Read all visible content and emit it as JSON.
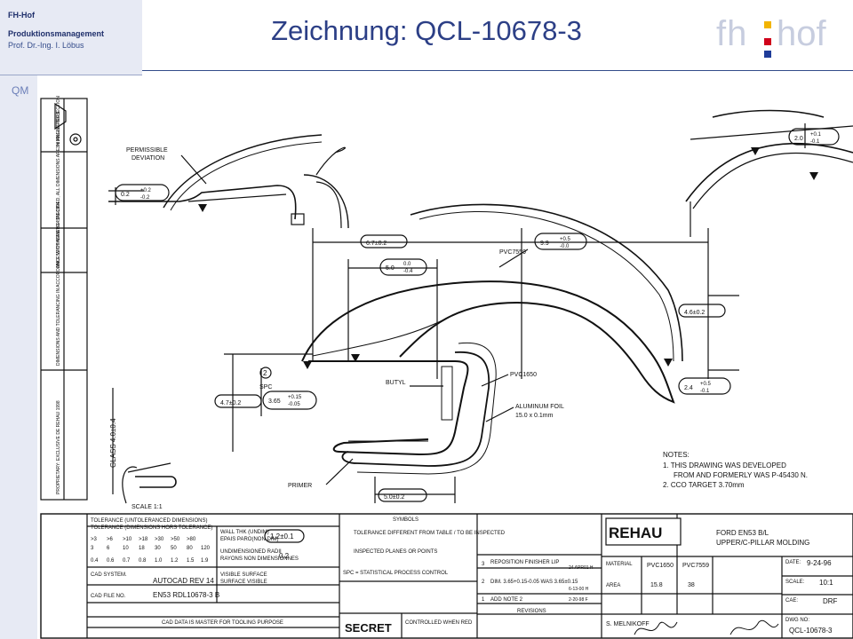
{
  "header": {
    "org": "FH-Hof",
    "course": "Produktionsmanagement",
    "professor": "Prof. Dr.-Ing. I. Löbus",
    "title": "Zeichnung: QCL-10678-3",
    "section_tab": "QM",
    "logo": {
      "left": "fh",
      "right": "hof",
      "colors": [
        "#f2b400",
        "#d0021b",
        "#1f3c99"
      ]
    }
  },
  "drawing": {
    "notes_title": "NOTES:",
    "notes": [
      "1. THIS DRAWING WAS DEVELOPED",
      "FROM AND FORMERLY WAS P-45430 N.",
      "2. CCO TARGET 3.70mm"
    ],
    "labels": {
      "permissible_deviation_1": "PERMISSIBLE",
      "permissible_deviation_2": "DEVIATION",
      "pvc7559": "PVC7559",
      "butyl": "BUTYL",
      "pvc1650": "PVC1650",
      "aluminum_foil": "ALUMINUM FOIL",
      "foil_dims": "15.0 x 0.1mm",
      "primer": "PRIMER",
      "spc_num": "2",
      "spc": "SPC",
      "scale": "SCALE 1:1",
      "glass": "GLASS 4.0±0.4"
    },
    "dimensions": {
      "dev_left": "0.2",
      "dev_tol_plus": "+0.2",
      "dev_tol_minus": "-0.2",
      "w67": "6.7±0.2",
      "w99": "9.9",
      "w99_plus": "+0.5",
      "w99_minus": "-0.0",
      "w50": "5.0",
      "w50_plus": "0.0",
      "w50_minus": "-0.4",
      "h20": "2.0",
      "h20_plus": "+0.1",
      "h20_minus": "-0.1",
      "h46": "4.6±0.2",
      "h24": "2.4",
      "h24_plus": "+0.5",
      "h24_minus": "-0.1",
      "h47": "4.7±0.2",
      "h365": "3.65",
      "h365_plus": "+0.15",
      "h365_minus": "-0.05",
      "w50b": "5.0±0.2"
    },
    "left_margin_text": [
      "3rd ANGLE PROJECTION",
      "UNLESS OTHERWISE SPECIFIED, ALL DIMENSIONS ARE IN MILLIMETERS",
      "DIMENSIONS AND TOLERANCING IN ACCORDANCE WITH ASME Y14.5M-1994",
      "PROPRIETARY: EXCLUSIVE DE REHAU 1998"
    ],
    "title_block": {
      "tolerance_header": "TOLERANCE  (UNTOLERANCED DIMENSIONS)",
      "tolerance_header_fr": "TOLERANCE  (DIMENSIONS HORS TOLERANCE)",
      "ranges": [
        ">3",
        ">6",
        ">10",
        ">18",
        ">30",
        ">50",
        ">80"
      ],
      "ranges2": [
        "3",
        "6",
        "10",
        "18",
        "30",
        "50",
        "80",
        "120"
      ],
      "tols": [
        "0.4",
        "0.6",
        "0.7",
        "0.8",
        "1.0",
        "1.2",
        "1.5",
        "1.9"
      ],
      "wall_thk": "WALL THK (UNDIM)",
      "wall_thk_fr": "EPAIS PARO(NON DIM)",
      "wall_thk_val": "1.2±0.1",
      "undim_radii": "UNDIMENSIONED RADII",
      "undim_radii_fr": "RAYONS NON DIMENSIONNES",
      "undim_radii_val": "0.2",
      "visible_surface": "VISIBLE SURFACE",
      "visible_surface_fr": "SURFACE VISIBLE",
      "cad_system": "CAD SYSTEM.",
      "cad_system_val": "AUTOCAD REV 14",
      "cad_file": "CAD FILE NO.",
      "cad_file_val": "EN53 RDL10678-3 B",
      "cad_master": "CAD DATA IS MASTER FOR TOOLING PURPOSE",
      "symbols_title": "SYMBOLS",
      "symbol_1": "TOLERANCE DIFFERENT FROM TABLE / TO BE INSPECTED",
      "symbol_2": "INSPECTED PLANES OR POINTS",
      "symbol_3": "SPC = STATISTICAL PROCESS CONTROL",
      "secret": "SECRET",
      "controlled": "CONTROLLED WHEN RED",
      "revisions": [
        {
          "no": "3",
          "text": "REPOSITION FINISHER LIP",
          "date": "24 APR01 H"
        },
        {
          "no": "2",
          "text": "DIM. 3.65+0.15-0.05 WAS 3.65±0.15",
          "date": "6-13-00 H"
        },
        {
          "no": "1",
          "text": "ADD NOTE 2",
          "date": "2-20-98 F"
        }
      ],
      "revisions_label": "REVISIONS",
      "brand": "REHAU",
      "material_label": "MATERIAL",
      "materials": [
        "PVC1650",
        "PVC7559"
      ],
      "area_label": "AREA",
      "areas": [
        "15.8",
        "38"
      ],
      "part_title_1": "FORD EN53 B/L",
      "part_title_2": "UPPER/C-PILLAR MOLDING",
      "date_label": "DATE:",
      "date": "9-24-96",
      "scale_label": "SCALE:",
      "scale": "10:1",
      "cae_label": "CAE:",
      "cae": "DRF",
      "drawing_no_label": "DWG NO:",
      "drawing_no": "QCL-10678-3",
      "engineer": "S. MELNIKOFF"
    }
  }
}
